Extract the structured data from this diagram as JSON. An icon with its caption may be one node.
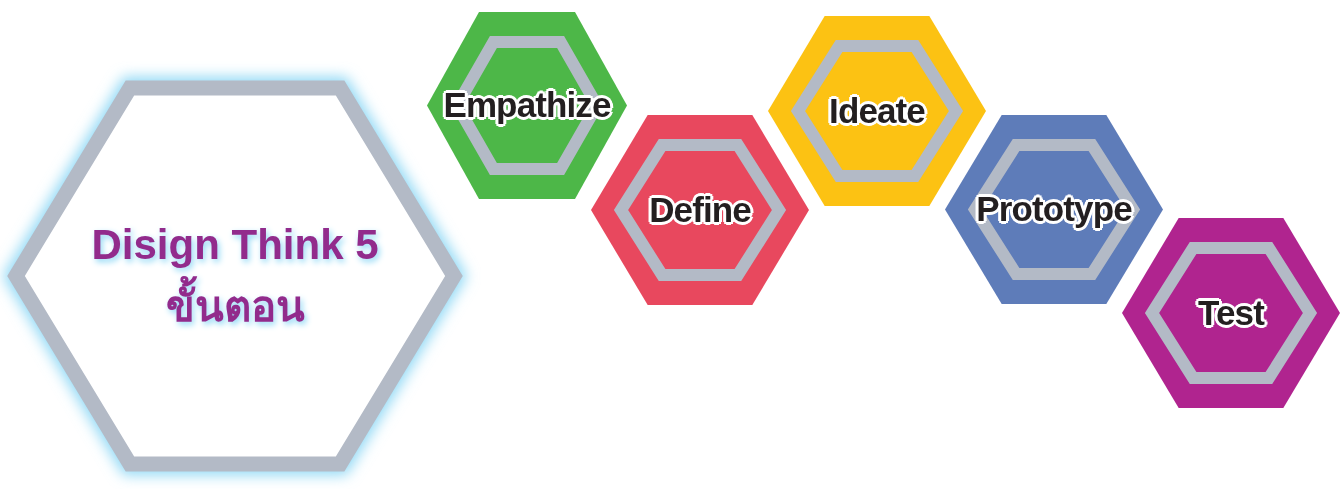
{
  "diagram": {
    "nodes": [
      {
        "text": [
          "Disign Think 5 ขั้นตอน"
        ]
      },
      {
        "text": [
          "Empathize"
        ]
      },
      {
        "text": [
          "Define"
        ]
      },
      {
        "text": [
          "Ideate"
        ]
      },
      {
        "text": [
          "Prototype"
        ]
      },
      {
        "text": [
          "Test"
        ]
      }
    ]
  }
}
